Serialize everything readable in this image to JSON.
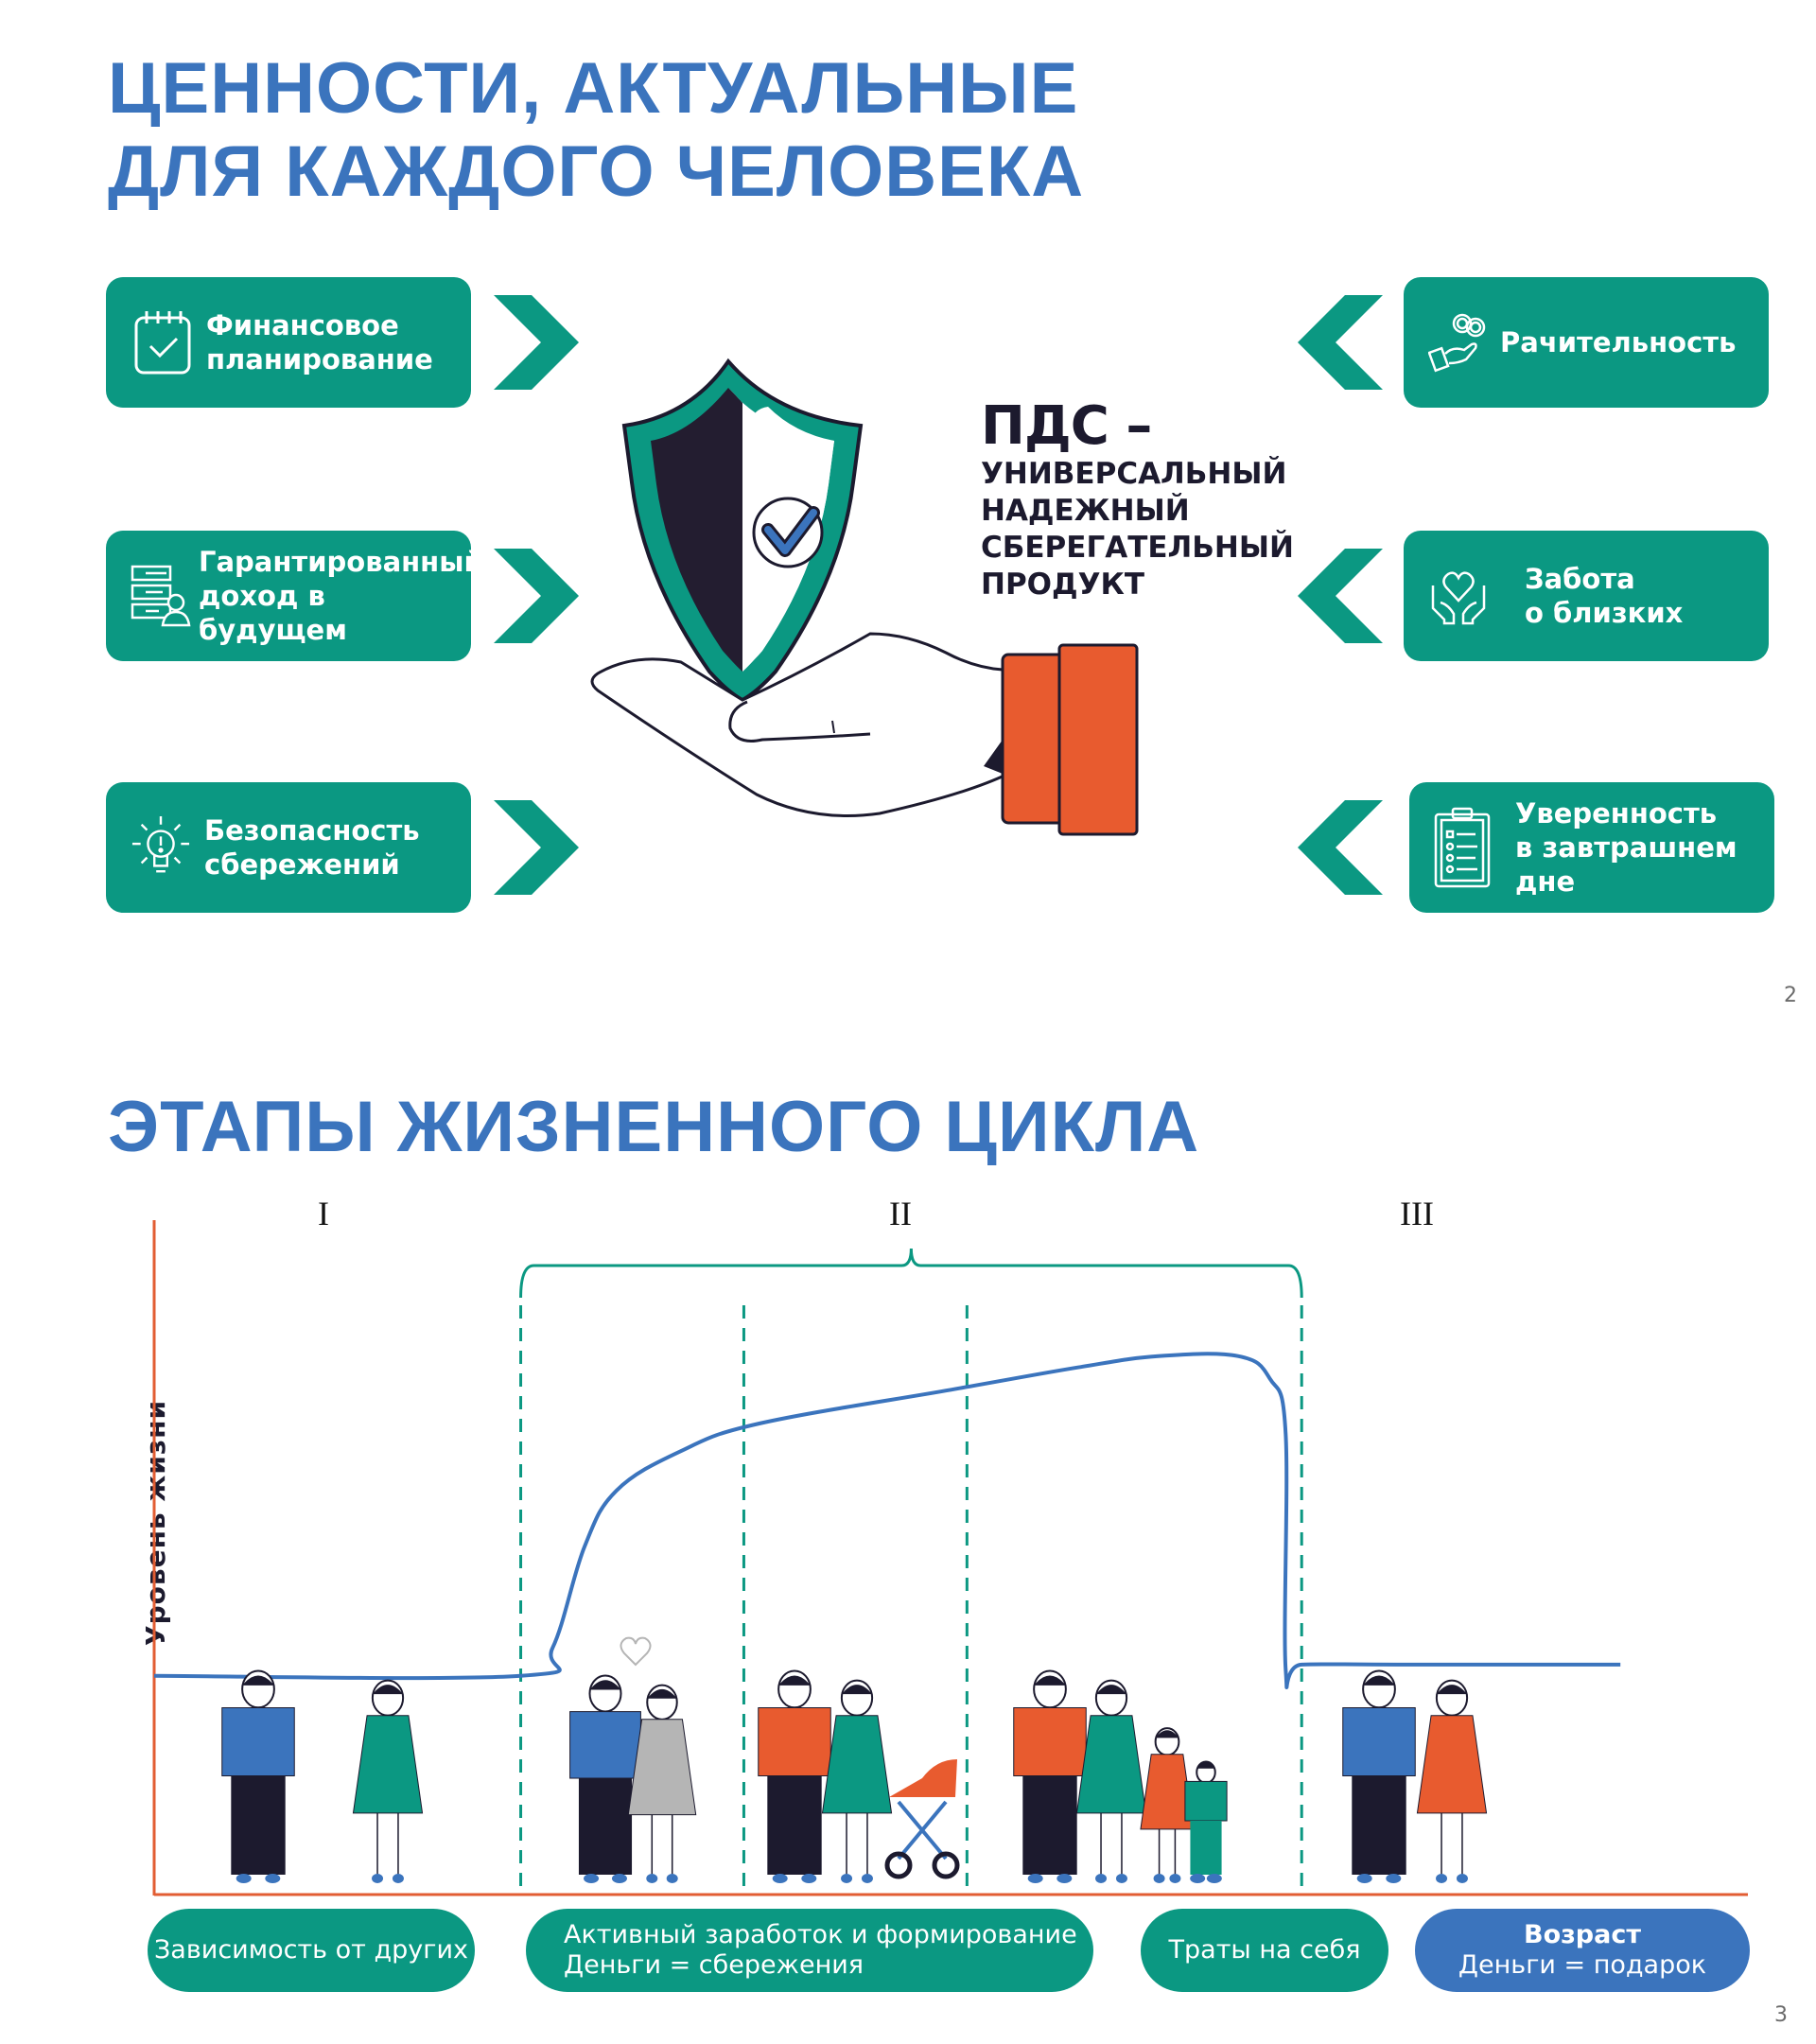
{
  "page2": {
    "title_lines": [
      "ЦЕННОСТИ, АКТУАЛЬНЫЕ",
      "ДЛЯ КАЖДОГО ЧЕЛОВЕКА"
    ],
    "left_cards": [
      {
        "label": "Финансовое\nпланирование",
        "icon": "calendar-check-icon"
      },
      {
        "label": "Гарантированный\nдоход в будущем",
        "icon": "document-list-person-icon"
      },
      {
        "label": "Безопасность\nсбережений",
        "icon": "lightbulb-exclamation-icon"
      }
    ],
    "right_cards": [
      {
        "label": "Рачительность",
        "icon": "hand-coins-icon"
      },
      {
        "label": "Забота\nо близких",
        "icon": "hands-heart-icon"
      },
      {
        "label": "Уверенность\nв завтрашнем\nдне",
        "icon": "clipboard-checklist-icon"
      }
    ],
    "center": {
      "heading": "ПДС –",
      "subheading": "УНИВЕРСАЛЬНЫЙ\nНАДЕЖНЫЙ\nСБЕРЕГАТЕЛЬНЫЙ\nПРОДУКТ"
    },
    "page_number": "2"
  },
  "page3": {
    "title": "ЭТАПЫ ЖИЗНЕННОГО ЦИКЛА",
    "page_number": "3",
    "colors": {
      "curve": "#3b74bd",
      "axis": "#e25d33",
      "brace": "#0b9882",
      "teal": "#0b9882",
      "blue": "#3b74bd"
    },
    "chart_data": {
      "type": "line",
      "title": "ЭТАПЫ ЖИЗНЕННОГО ЦИКЛА",
      "xlabel": "",
      "ylabel": "Уровень жизни",
      "phases": [
        "I",
        "II",
        "III"
      ],
      "x_range": [
        0,
        100
      ],
      "y_range": [
        0,
        100
      ],
      "grid": false,
      "series": [
        {
          "name": "Уровень жизни",
          "points": [
            [
              0,
              39
            ],
            [
              23,
              39
            ],
            [
              25,
              44
            ],
            [
              27,
              62
            ],
            [
              29,
              72
            ],
            [
              33,
              79
            ],
            [
              38,
              84
            ],
            [
              50,
              90
            ],
            [
              58,
              94
            ],
            [
              63,
              96
            ],
            [
              68,
              96
            ],
            [
              70,
              92
            ],
            [
              71,
              82
            ],
            [
              71,
              40
            ],
            [
              72,
              41
            ],
            [
              78,
              41
            ],
            [
              92,
              41
            ]
          ]
        }
      ],
      "stage_dividers_x": [
        23,
        37,
        51,
        72
      ],
      "brace_range_x": [
        23,
        72
      ],
      "stages": [
        {
          "label": "Зависимость от других",
          "people": "young man and young woman"
        },
        {
          "label": "Активный заработок и формирование\nДеньги = сбережения",
          "people": "wedding couple; young family with baby and stroller"
        },
        {
          "label": "Траты на себя",
          "people": "family with two children"
        },
        {
          "label_bold": "Возраст",
          "label": "Деньги = подарок",
          "people": "elderly couple"
        }
      ]
    },
    "pills": [
      {
        "text": "Зависимость от других"
      },
      {
        "line1": "Активный заработок и формирование",
        "line2": "Деньги = сбережения"
      },
      {
        "text": "Траты на себя"
      },
      {
        "bold": "Возраст",
        "line2": "Деньги = подарок"
      }
    ]
  }
}
